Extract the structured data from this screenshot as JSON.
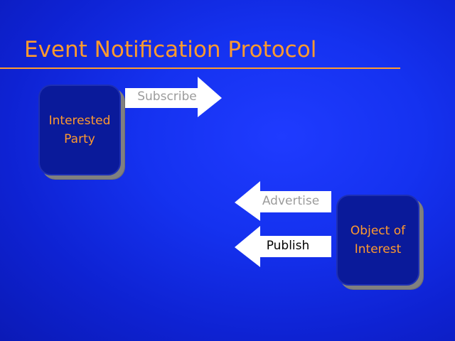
{
  "slide": {
    "title": "Event Notification Protocol"
  },
  "boxes": {
    "interested_party": {
      "line1": "Interested",
      "line2": "Party"
    },
    "object_of_interest": {
      "line1": "Object of",
      "line2": "Interest"
    }
  },
  "arrows": {
    "subscribe": "Subscribe",
    "advertise": "Advertise",
    "publish": "Publish"
  },
  "colors": {
    "background": "#1532f0",
    "title": "#ff9a2e",
    "box_fill": "#0a1a9a",
    "box_text": "#ff9a2e",
    "box_shadow": "#808080",
    "arrow_fill": "#ffffff",
    "muted_label": "#9c9c9c",
    "strong_label": "#000000"
  }
}
